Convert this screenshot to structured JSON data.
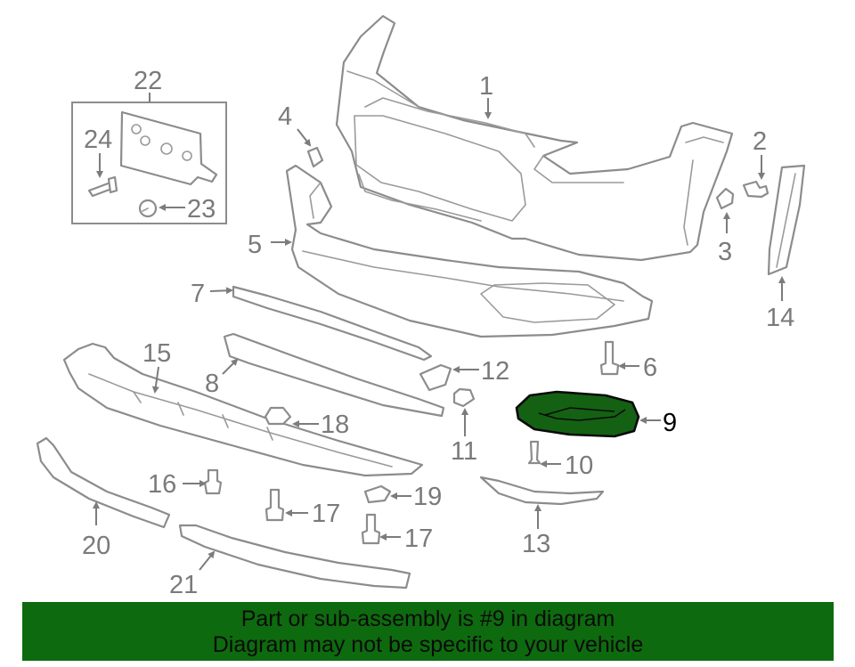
{
  "callouts": [
    "1",
    "2",
    "3",
    "4",
    "5",
    "6",
    "7",
    "8",
    "9",
    "10",
    "11",
    "12",
    "13",
    "14",
    "15",
    "16",
    "17",
    "17",
    "18",
    "19",
    "20",
    "21",
    "22",
    "23",
    "24"
  ],
  "highlighted_part": "9",
  "colors": {
    "banner": "#0e6a0e",
    "highlight": "#146114",
    "line": "#8c8c8c"
  },
  "banner": {
    "line1": "Part or sub-assembly is #9 in diagram",
    "line2": "Diagram may not be specific to your vehicle"
  }
}
